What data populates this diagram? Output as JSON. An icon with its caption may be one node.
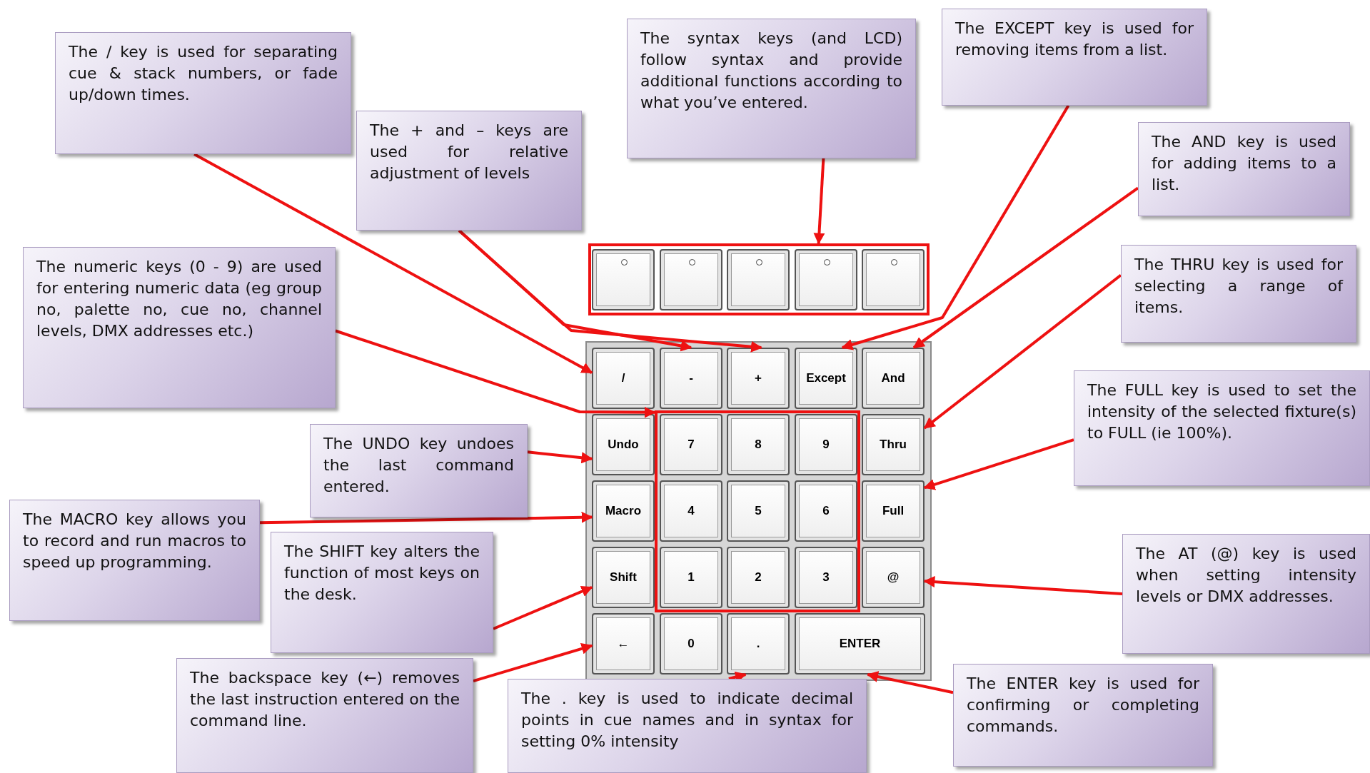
{
  "diagram": {
    "nodes": [
      {
        "text": [
          "The / key is used for separating cue & stack numbers, or fade up/down times."
        ]
      },
      {
        "text": [
          "The + and – keys are used for relative adjustment of levels"
        ]
      },
      {
        "text": [
          "The syntax keys (and LCD) follow syntax and provide additional functions according to what you’ve entered."
        ]
      },
      {
        "text": [
          "The EXCEPT key is used for removing items from a list."
        ]
      },
      {
        "text": [
          "The AND key is used for adding items to a list."
        ]
      },
      {
        "text": [
          "The numeric keys (0 - 9) are used for entering numeric data (eg group no, palette no, cue no, channel levels, DMX addresses etc.)"
        ]
      },
      {
        "text": [
          "The THRU key is used for selecting a range of items."
        ]
      },
      {
        "text": [
          "The UNDO key undoes the last command entered."
        ]
      },
      {
        "text": [
          "The FULL key is used to set the intensity of the selected fixture(s) to FULL (ie 100%)."
        ]
      },
      {
        "text": [
          "The MACRO key allows you to record and run macros to speed up programming."
        ]
      },
      {
        "text": [
          "The SHIFT key alters the function of most keys on the desk."
        ]
      },
      {
        "text": [
          "The AT (@) key is used when setting intensity levels or DMX addresses."
        ]
      },
      {
        "text": [
          "The backspace key (←) removes the last instruction entered on the command line."
        ]
      },
      {
        "text": [
          "The . key is used to indicate decimal points in cue names and in syntax for setting 0% intensity"
        ]
      },
      {
        "text": [
          "The ENTER key is used for confirming or completing commands."
        ]
      },
      {
        "text": [],
        "shape": "box"
      },
      {
        "text": [],
        "shape": "box",
        "in": 15
      },
      {
        "text": [],
        "shape": "box",
        "in": 15
      },
      {
        "text": [],
        "shape": "box",
        "in": 15
      },
      {
        "text": [],
        "shape": "box",
        "in": 15
      },
      {
        "text": [],
        "shape": "box",
        "in": 15
      },
      {
        "text": [
          "/"
        ]
      },
      {
        "text": [
          "-"
        ]
      },
      {
        "text": [
          "+"
        ]
      },
      {
        "text": [
          "Except"
        ]
      },
      {
        "text": [
          "And"
        ]
      },
      {
        "text": [
          "Undo"
        ]
      },
      {
        "text": [],
        "shape": "box"
      },
      {
        "text": [
          "7"
        ],
        "in": 27
      },
      {
        "text": [
          "8"
        ],
        "in": 27
      },
      {
        "text": [
          "9"
        ],
        "in": 27
      },
      {
        "text": [
          "Thru"
        ]
      },
      {
        "text": [
          "Macro"
        ]
      },
      {
        "text": [
          "4"
        ],
        "in": 27
      },
      {
        "text": [
          "5"
        ],
        "in": 27
      },
      {
        "text": [
          "6"
        ],
        "in": 27
      },
      {
        "text": [
          "Full"
        ]
      },
      {
        "text": [
          "Shift"
        ]
      },
      {
        "text": [
          "1"
        ],
        "in": 27
      },
      {
        "text": [
          "2"
        ],
        "in": 27
      },
      {
        "text": [
          "3"
        ],
        "in": 27
      },
      {
        "text": [
          "@"
        ]
      },
      {
        "text": [
          "←"
        ]
      },
      {
        "text": [
          "0"
        ]
      },
      {
        "text": [
          "."
        ]
      },
      {
        "text": [
          "ENTER"
        ]
      }
    ],
    "edges": [
      {
        "from": 0,
        "to": 21,
        "arrow": "to"
      },
      {
        "from": 1,
        "to": 22,
        "arrow": "to"
      },
      {
        "from": 1,
        "to": 23,
        "arrow": "to"
      },
      {
        "from": 2,
        "to": 15,
        "arrow": "to"
      },
      {
        "from": 3,
        "to": 24,
        "arrow": "to"
      },
      {
        "from": 4,
        "to": 25,
        "arrow": "to"
      },
      {
        "from": 5,
        "to": 27,
        "arrow": "to"
      },
      {
        "from": 6,
        "to": 31,
        "arrow": "to"
      },
      {
        "from": 7,
        "to": 26,
        "arrow": "to"
      },
      {
        "from": 8,
        "to": 36,
        "arrow": "to"
      },
      {
        "from": 9,
        "to": 32,
        "arrow": "to"
      },
      {
        "from": 10,
        "to": 37,
        "arrow": "to"
      },
      {
        "from": 11,
        "to": 41,
        "arrow": "to"
      },
      {
        "from": 12,
        "to": 42,
        "arrow": "to"
      },
      {
        "from": 13,
        "to": 44,
        "arrow": "to"
      },
      {
        "from": 14,
        "to": 45,
        "arrow": "to"
      }
    ]
  }
}
